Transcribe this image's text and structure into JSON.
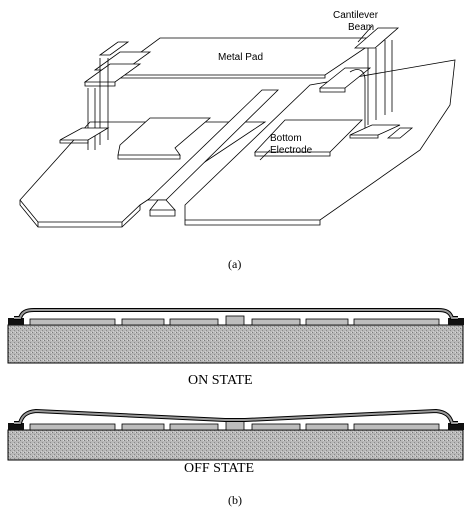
{
  "labels": {
    "cantilever_line1": "Cantilever",
    "cantilever_line2": "Beam",
    "metal_pad": "Metal Pad",
    "bottom_line1": "Bottom",
    "bottom_line2": "Electrode",
    "caption_a": "(a)",
    "on_state": "ON STATE",
    "off_state": "OFF STATE",
    "caption_b": "(b)"
  }
}
